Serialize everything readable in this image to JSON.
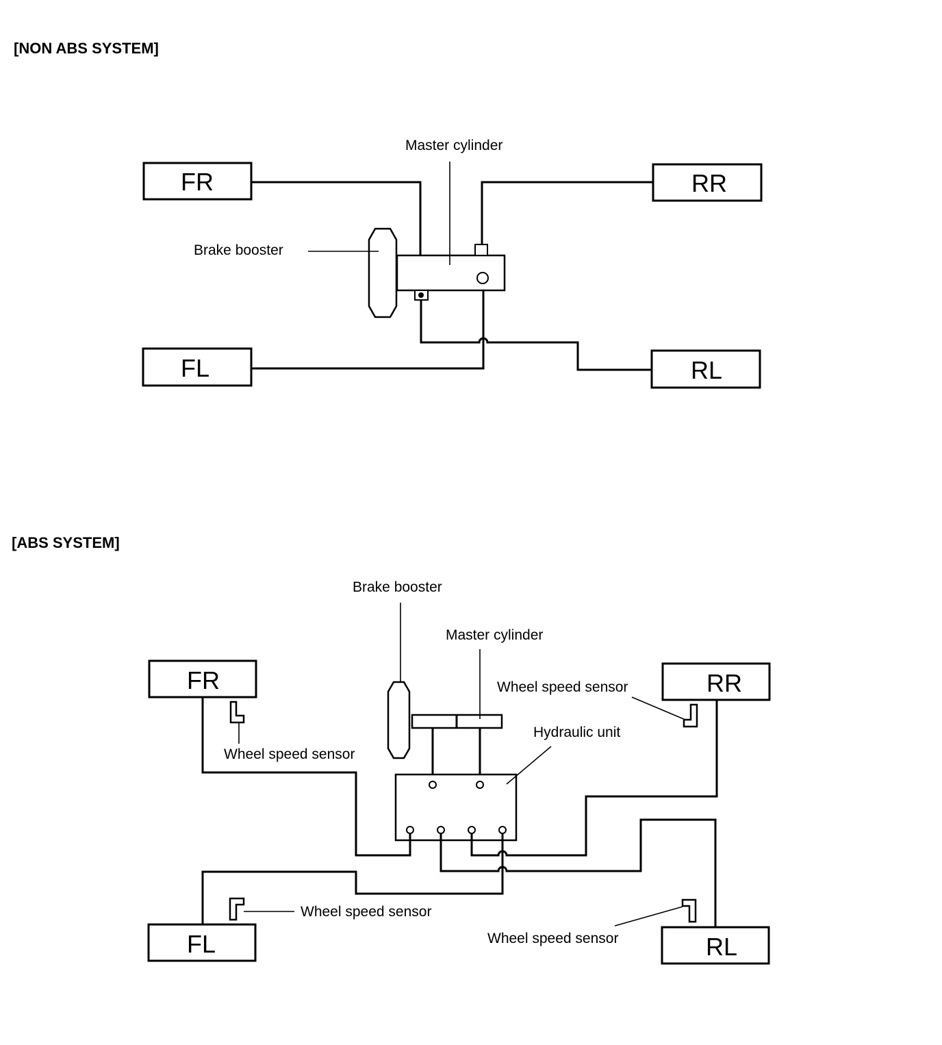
{
  "non_abs": {
    "title": "[NON ABS SYSTEM]",
    "wheels": {
      "fr": "FR",
      "rr": "RR",
      "fl": "FL",
      "rl": "RL"
    },
    "labels": {
      "master_cylinder": "Master cylinder",
      "brake_booster": "Brake booster"
    }
  },
  "abs": {
    "title": "[ABS SYSTEM]",
    "wheels": {
      "fr": "FR",
      "rr": "RR",
      "fl": "FL",
      "rl": "RL"
    },
    "labels": {
      "brake_booster": "Brake booster",
      "master_cylinder": "Master cylinder",
      "hydraulic_unit": "Hydraulic unit",
      "sensor_fr": "Wheel speed sensor",
      "sensor_rr": "Wheel speed sensor",
      "sensor_fl": "Wheel speed sensor",
      "sensor_rl": "Wheel speed sensor"
    }
  }
}
